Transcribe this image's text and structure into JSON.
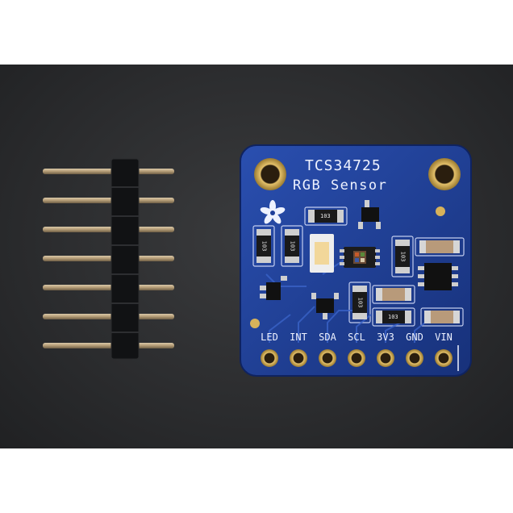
{
  "photo": {
    "board_name": "TCS34725",
    "board_subtitle": "RGB Sensor",
    "pins": [
      "LED",
      "INT",
      "SDA",
      "SCL",
      "3V3",
      "GND",
      "VIN"
    ],
    "resistor_marking": "103",
    "background_color": "#2c2d2f",
    "pcb_color": "#1e3f9a",
    "pad_color": "#d7b25a",
    "icons": [
      "adafruit-flower-logo"
    ]
  }
}
